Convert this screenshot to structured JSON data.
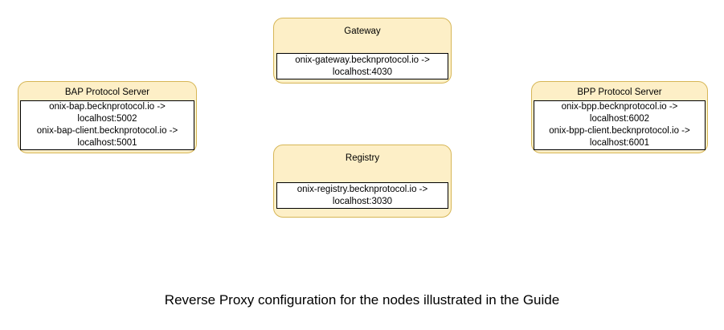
{
  "diagram": {
    "caption": "Reverse Proxy configuration for the nodes illustrated in the Guide",
    "colors": {
      "node_fill": "#fdefc7",
      "node_border": "#d6b656",
      "panel_fill": "#ffffff",
      "panel_border": "#000000",
      "text": "#000000"
    },
    "nodes": [
      {
        "id": "gateway",
        "title": "Gateway",
        "mappings": [
          "onix-gateway.becknprotocol.io ->",
          "localhost:4030"
        ]
      },
      {
        "id": "registry",
        "title": "Registry",
        "mappings": [
          "onix-registry.becknprotocol.io ->",
          "localhost:3030"
        ]
      },
      {
        "id": "bap",
        "title": "BAP Protocol Server",
        "mappings": [
          "onix-bap.becknprotocol.io ->",
          "localhost:5002",
          "onix-bap-client.becknprotocol.io ->",
          "localhost:5001"
        ]
      },
      {
        "id": "bpp",
        "title": "BPP Protocol Server",
        "mappings": [
          "onix-bpp.becknprotocol.io ->",
          "localhost:6002",
          "onix-bpp-client.becknprotocol.io ->",
          "localhost:6001"
        ]
      }
    ]
  }
}
